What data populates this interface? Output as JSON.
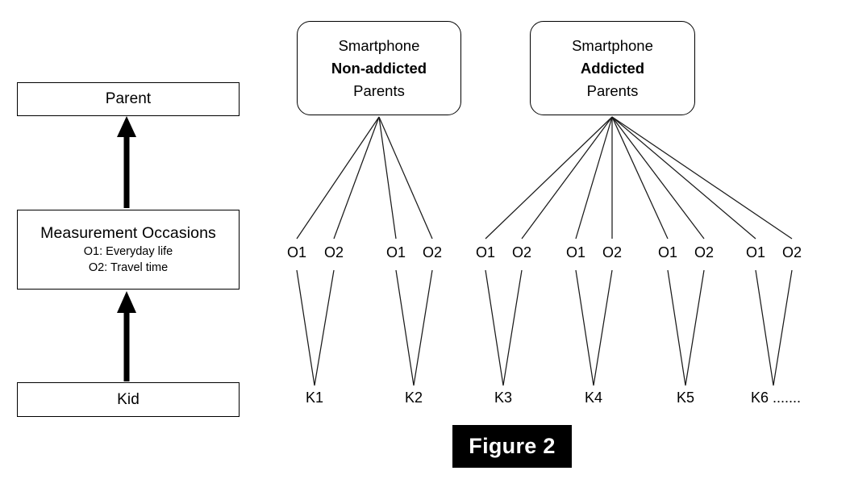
{
  "figure": {
    "caption": "Figure 2"
  },
  "left_model": {
    "levels": [
      {
        "title": "Parent"
      },
      {
        "title": "Measurement Occasions",
        "sub_lines": [
          "O1: Everyday life",
          "O2: Travel time"
        ]
      },
      {
        "title": "Kid"
      }
    ],
    "arrow_color": "#000000"
  },
  "right_model": {
    "groups": [
      {
        "id": "non-addicted",
        "line1": "Smartphone",
        "line2": "Non-addicted",
        "line3": "Parents",
        "kids": [
          "K1",
          "K2"
        ]
      },
      {
        "id": "addicted",
        "line1": "Smartphone",
        "line2": "Addicted",
        "line3": "Parents",
        "kids": [
          "K3",
          "K4",
          "K5",
          "K6 ......."
        ]
      }
    ],
    "occasion_labels": [
      "O1",
      "O2"
    ],
    "kid_labels": [
      "K1",
      "K2",
      "K3",
      "K4",
      "K5",
      "K6 ......."
    ],
    "line_color": "#1a1a1a"
  },
  "colors": {
    "background": "#ffffff",
    "stroke": "#000000",
    "caption_bg": "#000000",
    "caption_fg": "#ffffff"
  }
}
